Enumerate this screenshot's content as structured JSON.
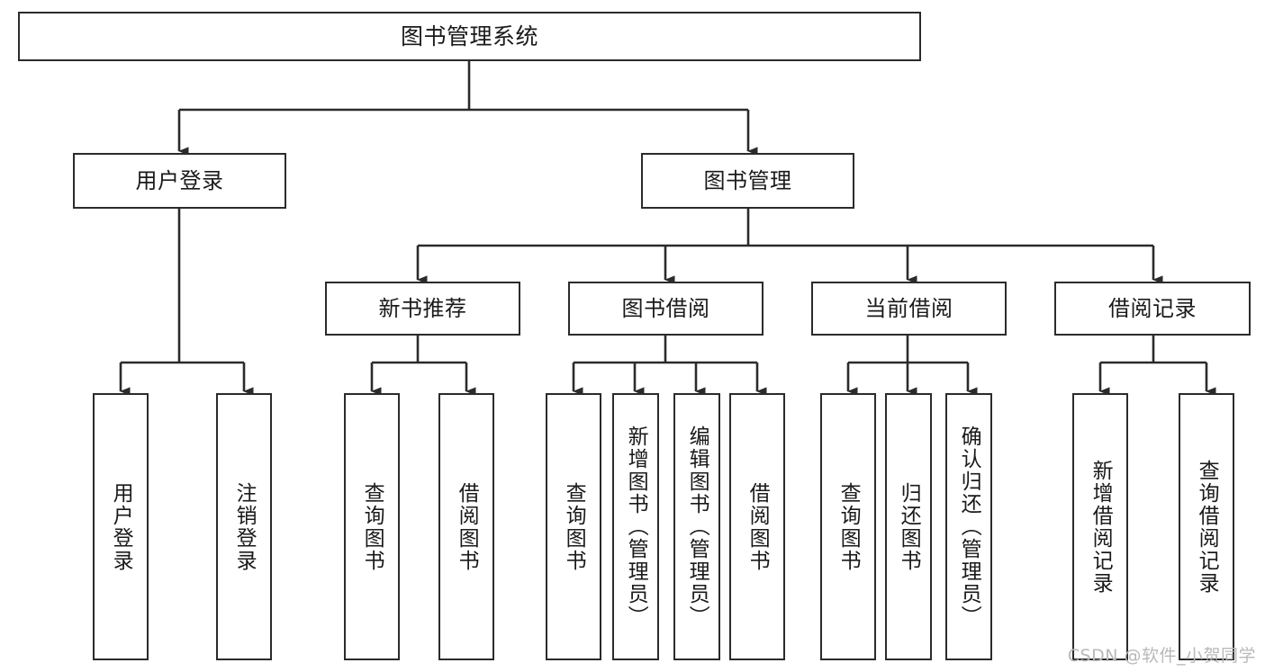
{
  "diagram": {
    "title": "图书管理系统",
    "watermark": "CSDN @软件_小贺同学",
    "colors": {
      "box_border": "#2b2b2b",
      "box_fill": "#ffffff",
      "line": "#2b2b2b",
      "text": "#1a1a1a",
      "watermark": "#b9b9b9",
      "background": "#ffffff"
    },
    "root": {
      "label": "图书管理系统"
    },
    "level2": [
      {
        "label": "用户登录"
      },
      {
        "label": "图书管理"
      }
    ],
    "level3": [
      {
        "label": "新书推荐"
      },
      {
        "label": "图书借阅"
      },
      {
        "label": "当前借阅"
      },
      {
        "label": "借阅记录"
      }
    ],
    "leaves": {
      "user_login": [
        {
          "label": "用户登录"
        },
        {
          "label": "注销登录"
        }
      ],
      "new_book": [
        {
          "label": "查询图书"
        },
        {
          "label": "借阅图书"
        }
      ],
      "book_borrow": [
        {
          "label": "查询图书"
        },
        {
          "label": "新增图书（管理员）"
        },
        {
          "label": "编辑图书（管理员）"
        },
        {
          "label": "借阅图书"
        }
      ],
      "current_borrow": [
        {
          "label": "查询图书"
        },
        {
          "label": "归还图书"
        },
        {
          "label": "确认归还（管理员）"
        }
      ],
      "borrow_record": [
        {
          "label": "新增借阅记录"
        },
        {
          "label": "查询借阅记录"
        }
      ]
    }
  }
}
